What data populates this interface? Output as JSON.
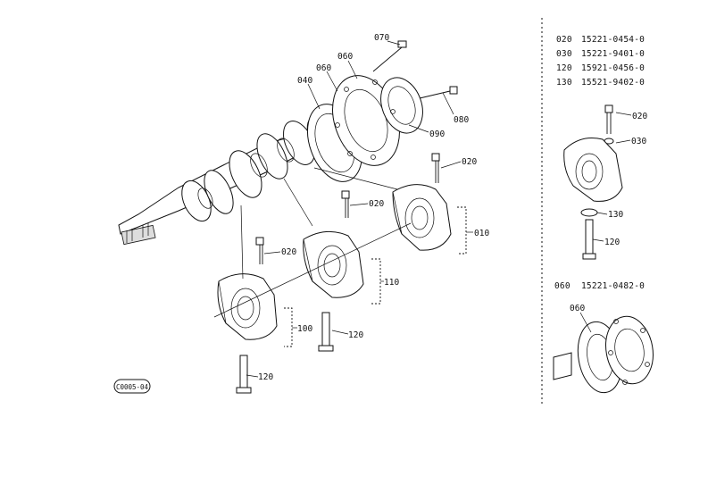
{
  "figure_code": "C0005-04",
  "callouts": {
    "c070": "070",
    "c060a": "060",
    "c060b": "060",
    "c040": "040",
    "c080": "080",
    "c090": "090",
    "c020a": "020",
    "c020b": "020",
    "c020c": "020",
    "c010": "010",
    "c110": "110",
    "c100": "100",
    "c120a": "120",
    "c120b": "120"
  },
  "parts_table": [
    {
      "ref": "020",
      "part_no": "15221-0454-0"
    },
    {
      "ref": "030",
      "part_no": "15221-9401-0"
    },
    {
      "ref": "120",
      "part_no": "15921-0456-0"
    },
    {
      "ref": "130",
      "part_no": "15521-9402-0"
    }
  ],
  "detail_a_callouts": {
    "c020": "020",
    "c030": "030",
    "c130": "130",
    "c120": "120"
  },
  "detail_b": {
    "ref": "060",
    "part_no": "15221-0482-0",
    "callout": "060"
  }
}
